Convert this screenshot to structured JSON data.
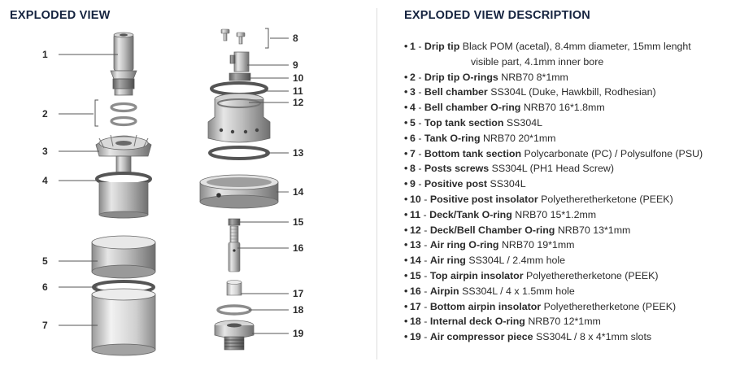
{
  "headings": {
    "left": "EXPLODED VIEW",
    "right": "EXPLODED VIEW DESCRIPTION"
  },
  "callouts": [
    "1",
    "2",
    "3",
    "4",
    "5",
    "6",
    "7",
    "8",
    "9",
    "10",
    "11",
    "12",
    "13",
    "14",
    "15",
    "16",
    "17",
    "18",
    "19"
  ],
  "parts": [
    {
      "num": "1",
      "name": "Drip tip",
      "desc": "Black POM (acetal), 8.4mm diameter, 15mm lenght",
      "desc2": "visible part, 4.1mm inner bore"
    },
    {
      "num": "2",
      "name": "Drip tip O-rings",
      "desc": "NRB70 8*1mm"
    },
    {
      "num": "3",
      "name": "Bell chamber",
      "desc": "SS304L (Duke, Hawkbill, Rodhesian)"
    },
    {
      "num": "4",
      "name": "Bell chamber O-ring",
      "desc": "NRB70 16*1.8mm"
    },
    {
      "num": "5",
      "name": "Top tank section",
      "desc": "SS304L"
    },
    {
      "num": "6",
      "name": "Tank O-ring",
      "desc": "NRB70 20*1mm"
    },
    {
      "num": "7",
      "name": "Bottom tank section",
      "desc": "Polycarbonate (PC) / Polysulfone (PSU)"
    },
    {
      "num": "8",
      "name": "Posts screws",
      "desc": "SS304L (PH1 Head Screw)"
    },
    {
      "num": "9",
      "name": "Positive post",
      "desc": "SS304L"
    },
    {
      "num": "10",
      "name": "Positive post insolator",
      "desc": "Polyetheretherketone (PEEK)"
    },
    {
      "num": "11",
      "name": "Deck/Tank O-ring",
      "desc": "NRB70 15*1.2mm"
    },
    {
      "num": "12",
      "name": "Deck/Bell Chamber O-ring",
      "desc": "NRB70 13*1mm"
    },
    {
      "num": "13",
      "name": "Air ring O-ring",
      "desc": "NRB70 19*1mm"
    },
    {
      "num": "14",
      "name": "Air ring",
      "desc": "SS304L / 2.4mm hole"
    },
    {
      "num": "15",
      "name": "Top airpin insolator",
      "desc": "Polyetheretherketone (PEEK)"
    },
    {
      "num": "16",
      "name": "Airpin",
      "desc": "SS304L / 4 x 1.5mm hole"
    },
    {
      "num": "17",
      "name": "Bottom airpin insolator",
      "desc": "Polyetheretherketone (PEEK)"
    },
    {
      "num": "18",
      "name": "Internal deck O-ring",
      "desc": "NRB70 12*1mm"
    },
    {
      "num": "19",
      "name": "Air compressor piece",
      "desc": "SS304L / 8 x 4*1mm slots"
    }
  ],
  "colors": {
    "heading": "#15233f",
    "text": "#2b2b2b",
    "metal": "#c9c9c9",
    "metal_dark": "#7a7a7a",
    "oring": "#8c8c8c"
  }
}
